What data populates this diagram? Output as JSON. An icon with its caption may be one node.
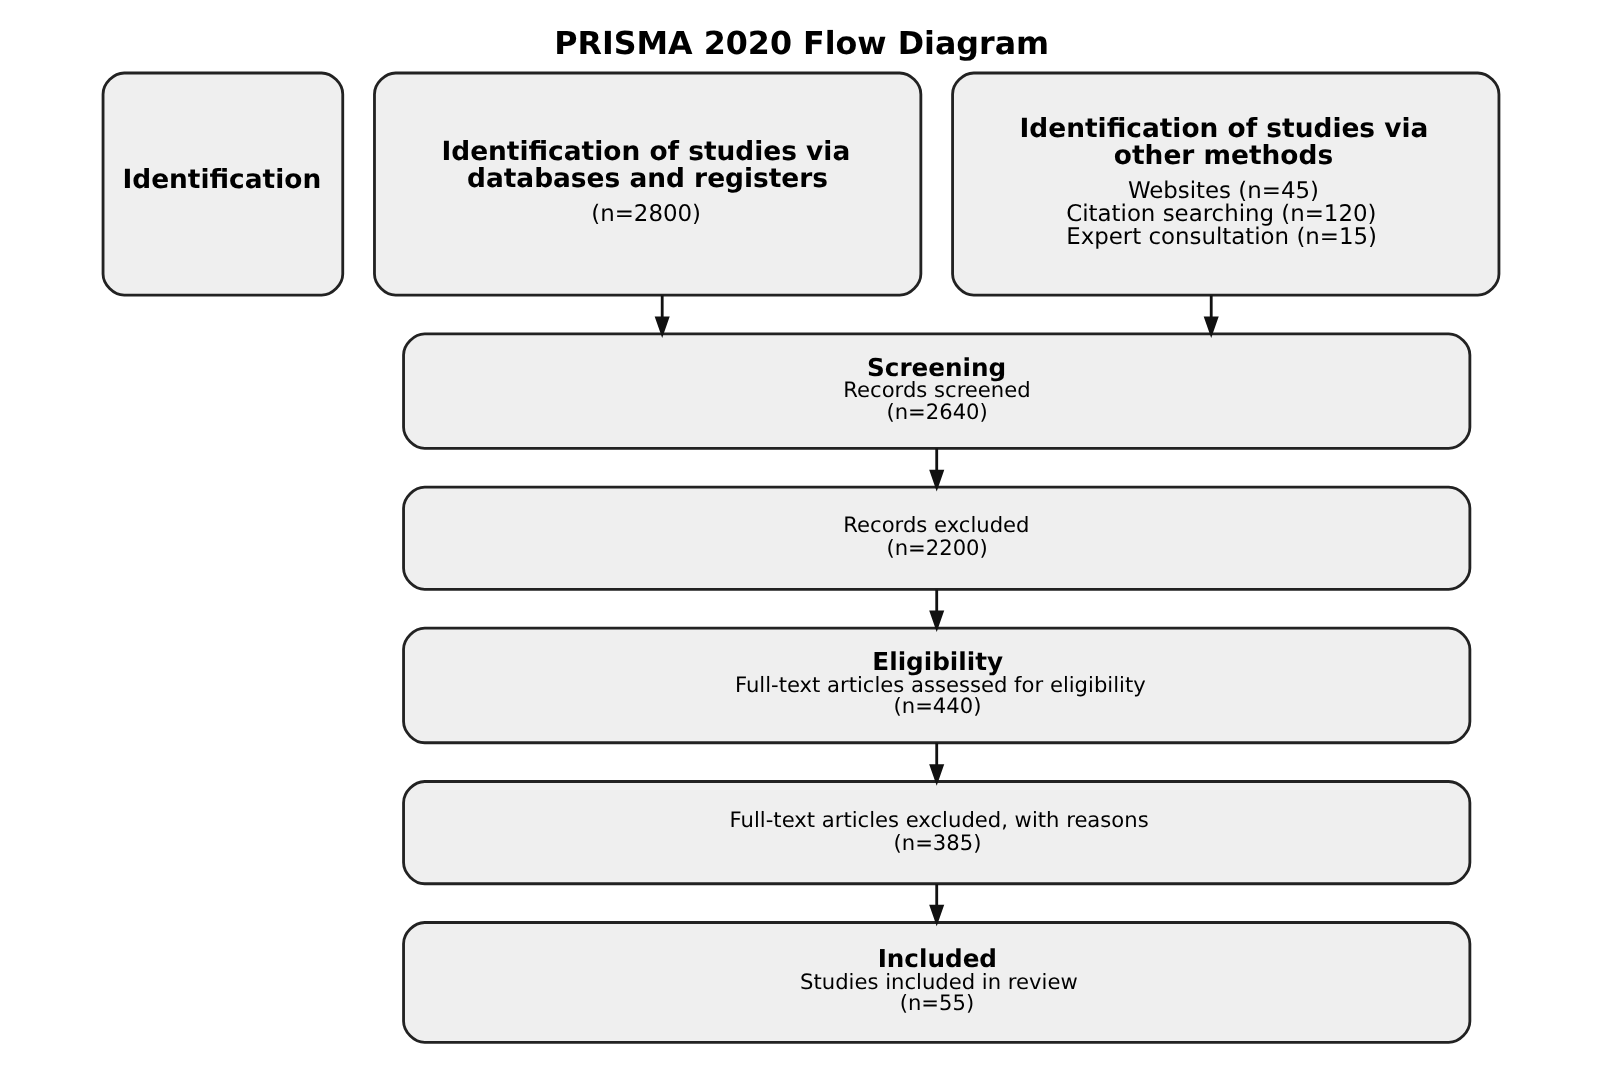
{
  "diagram": {
    "title": "PRISMA 2020 Flow Diagram",
    "nodes": [
      {
        "text": [
          "Identification"
        ]
      },
      {
        "text": [
          "Identification of studies via databases and registers",
          "(n=2800)"
        ]
      },
      {
        "text": [
          "Identification of studies via other methods",
          "Websites (n=45)",
          "Citation searching (n=120)",
          "Expert consultation (n=15)"
        ]
      },
      {
        "text": [
          "Screening",
          "Records screened (n=2640)"
        ]
      },
      {
        "text": [
          "Records excluded (n=2200)"
        ]
      },
      {
        "text": [
          "Eligibility",
          "Full-text articles assessed for eligibility (n=440)"
        ]
      },
      {
        "text": [
          "Full-text articles excluded, with reasons (n=385)"
        ]
      },
      {
        "text": [
          "Included",
          "Studies included in review (n=55)"
        ]
      }
    ],
    "edges": [
      {
        "from": 1,
        "to": 3,
        "arrow": "to"
      },
      {
        "from": 2,
        "to": 3,
        "arrow": "to"
      },
      {
        "from": 3,
        "to": 4,
        "arrow": "to"
      },
      {
        "from": 4,
        "to": 5,
        "arrow": "to"
      },
      {
        "from": 5,
        "to": 6,
        "arrow": "to"
      },
      {
        "from": 6,
        "to": 7,
        "arrow": "to"
      }
    ]
  }
}
